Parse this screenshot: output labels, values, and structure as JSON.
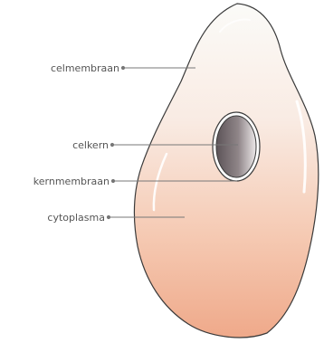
{
  "labels": {
    "celmembraan": "celmembraan",
    "celkern": "celkern",
    "kernmembraan": "kernmembraan",
    "cytoplasma": "cytoplasma"
  },
  "colors": {
    "cell_top": "#fbfbf8",
    "cell_bottom": "#efa98a",
    "outline": "#3a3a3a",
    "nucleus_light": "#e8e3e4",
    "nucleus_dark": "#5d5458",
    "leader_line": "#777777"
  }
}
